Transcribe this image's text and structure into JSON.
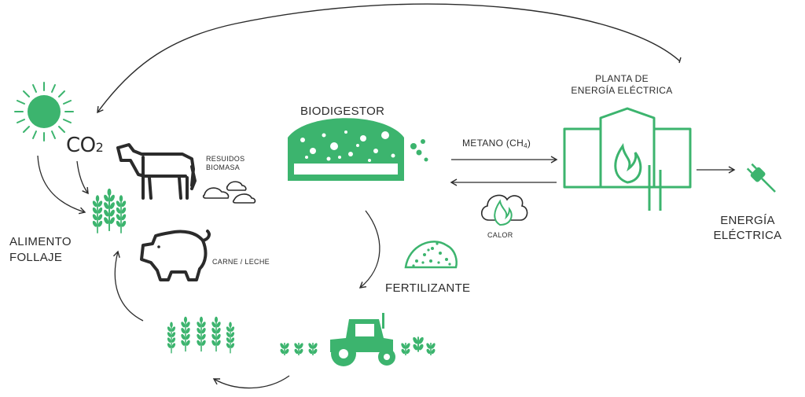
{
  "colors": {
    "accent": "#3cb46e",
    "stroke": "#2b2b2b",
    "background": "#ffffff"
  },
  "labels": {
    "co2_main": "CO",
    "co2_sub": "2",
    "resuidos_line1": "RESUIDOS",
    "resuidos_line2": "BIOMASA",
    "biodigestor": "BIODIGESTOR",
    "planta_line1": "PLANTA DE",
    "planta_line2": "ENERGÍA ELÉCTRICA",
    "metano_prefix": "METANO (CH",
    "metano_sub": "4",
    "metano_suffix": ")",
    "calor": "CALOR",
    "energia_line1": "ENERGÍA",
    "energia_line2": "ELÉCTRICA",
    "alimento_line1": "ALIMENTO",
    "alimento_line2": "FOLLAJE",
    "carne": "CARNE / LECHE",
    "fertilizante": "FERTILIZANTE"
  },
  "icons": [
    "sun-icon",
    "cow-icon",
    "biomass-icon",
    "pig-icon",
    "wheat-icon",
    "biodigester-icon",
    "power-plant-icon",
    "flame-icon",
    "cloud-flame-icon",
    "plug-icon",
    "fertilizer-pile-icon",
    "tractor-icon",
    "crop-field-icon",
    "sprouts-icon"
  ]
}
